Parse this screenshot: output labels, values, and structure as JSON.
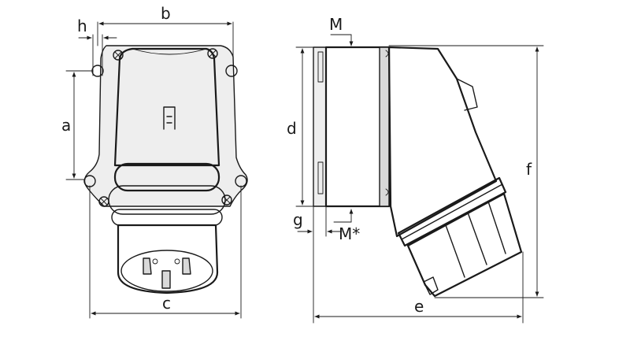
{
  "labels": {
    "h": "h",
    "b": "b",
    "a": "a",
    "c": "c",
    "M": "M",
    "d": "d",
    "g": "g",
    "M_star": "M*",
    "e": "e",
    "f": "f"
  },
  "colors": {
    "line": "#1a1a1a",
    "shade": "#d9d9d9",
    "background": "#ffffff"
  }
}
